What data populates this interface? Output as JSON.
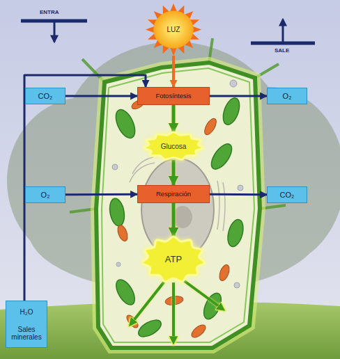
{
  "diagram": {
    "nodes": [
      {
        "text": [
          "LUZ"
        ]
      },
      {
        "text": [
          "CO₂"
        ]
      },
      {
        "text": [
          "Fotosíntesis"
        ]
      },
      {
        "text": [
          "O₂"
        ]
      },
      {
        "text": [
          "Glucosa"
        ]
      },
      {
        "text": [
          "O₂"
        ]
      },
      {
        "text": [
          "Respiración"
        ]
      },
      {
        "text": [
          "CO₂"
        ]
      },
      {
        "text": [
          "ATP"
        ]
      },
      {
        "text": [
          "H₂O",
          "Sales minerales"
        ]
      }
    ],
    "edges": [
      {
        "from": 0,
        "to": 2,
        "arrow": "to"
      },
      {
        "from": 1,
        "to": 2,
        "arrow": "to"
      },
      {
        "from": 9,
        "to": 2,
        "arrow": "to"
      },
      {
        "from": 2,
        "to": 3,
        "arrow": "to"
      },
      {
        "from": 2,
        "to": 4,
        "arrow": "to"
      },
      {
        "from": 4,
        "to": 6,
        "arrow": "to"
      },
      {
        "from": 5,
        "to": 6,
        "arrow": "to"
      },
      {
        "from": 6,
        "to": 7,
        "arrow": "to"
      },
      {
        "from": 6,
        "to": 8,
        "arrow": "to"
      }
    ],
    "labels": [
      "ENTRA",
      "SALE"
    ]
  }
}
